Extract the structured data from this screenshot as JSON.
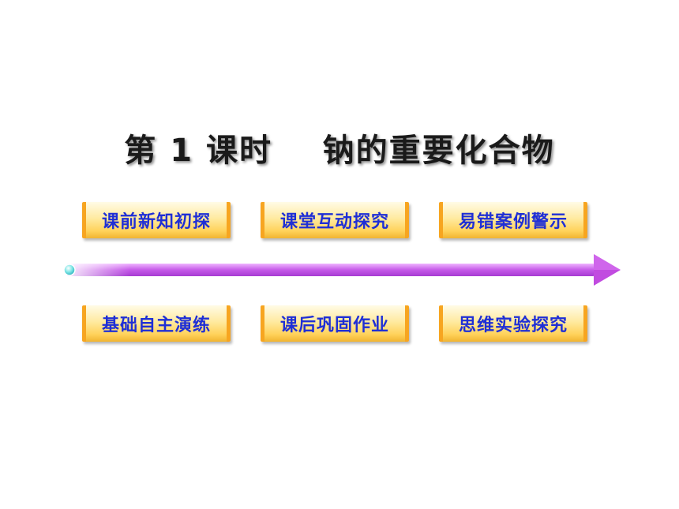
{
  "title": {
    "main": "第 1 课时    钠的重要化合物"
  },
  "nav": {
    "row1": [
      "课前新知初探",
      "课堂互动探究",
      "易错案例警示"
    ],
    "row2": [
      "基础自主演练",
      "课后巩固作业",
      "思维实验探究"
    ]
  },
  "colors": {
    "button_text": "#1f2fd6",
    "button_side": "#f7a520",
    "arrow": "#c14be0"
  }
}
